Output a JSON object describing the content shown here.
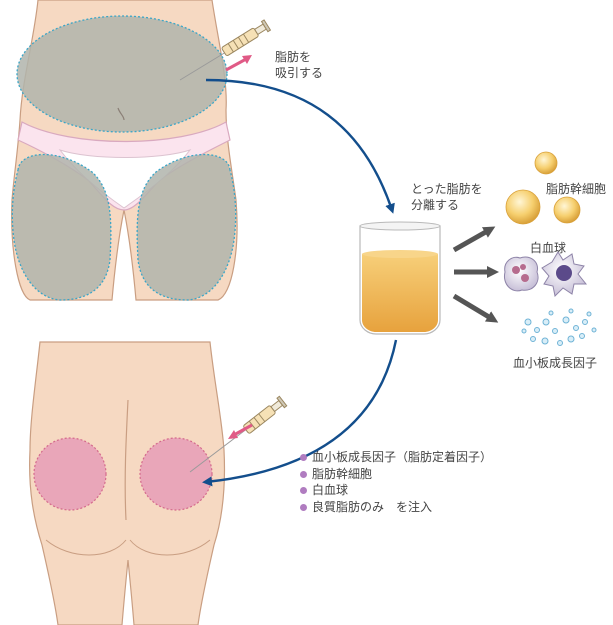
{
  "labels": {
    "aspirate": [
      "脂肪を",
      "吸引する"
    ],
    "separate": [
      "とった脂肪を",
      "分離する"
    ],
    "stem_cells": "脂肪幹細胞",
    "white_blood_cells": "白血球",
    "growth_factor": "血小板成長因子"
  },
  "inject_items": [
    "血小板成長因子（脂肪定着因子）",
    "脂肪幹細胞",
    "白血球",
    "良質脂肪のみ　を注入"
  ],
  "colors": {
    "skin": "#f6d9c2",
    "fat_region": "#b0b4ac",
    "fat_border": "#3aa6c8",
    "target_region": "#e8a0b8",
    "flow_arrow": "#134e8c",
    "gray_arrow": "#555555",
    "pink_arrow": "#e05a86",
    "fat_in_beaker": "#f0b452",
    "bullet": "#b07cc0"
  }
}
